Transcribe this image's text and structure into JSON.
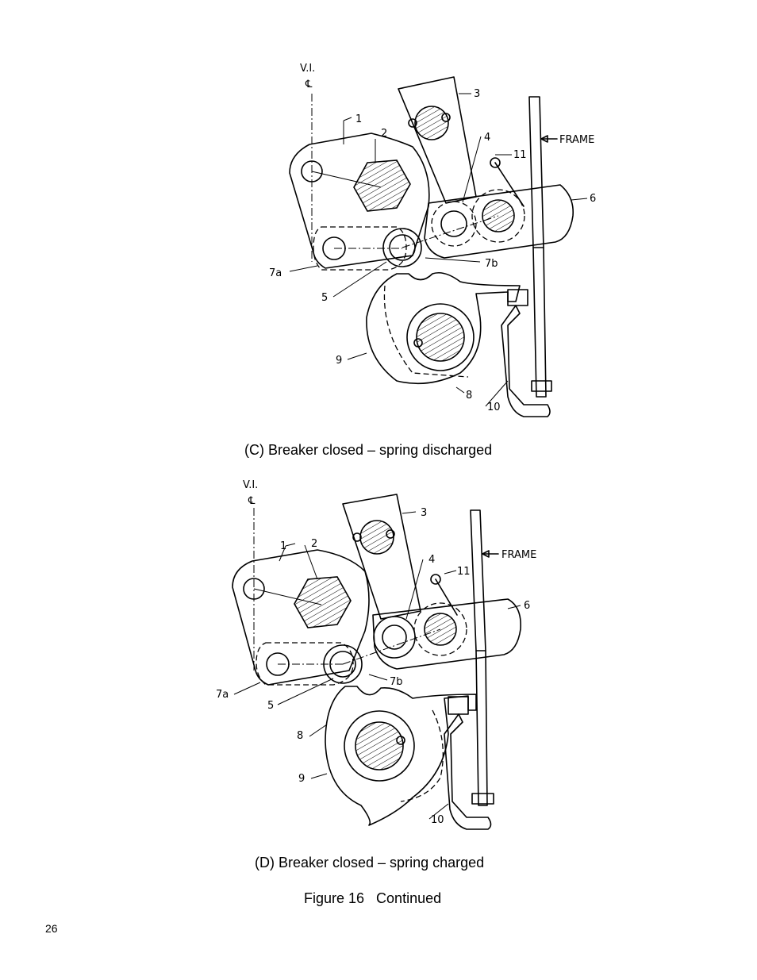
{
  "figure_c": {
    "caption": "(C) Breaker closed – spring discharged",
    "labels": {
      "vi": "V.I.",
      "cl": "℄",
      "l1": "1",
      "l2": "2",
      "l3": "3",
      "l4": "4",
      "l5": "5",
      "l6": "6",
      "l7a": "7a",
      "l7b": "7b",
      "l8": "8",
      "l9": "9",
      "l10": "10",
      "l11": "11",
      "frame": "FRAME"
    }
  },
  "figure_d": {
    "caption": "(D) Breaker closed – spring charged",
    "labels": {
      "vi": "V.I.",
      "cl": "℄",
      "l1": "1",
      "l2": "2",
      "l3": "3",
      "l4": "4",
      "l5": "5",
      "l6": "6",
      "l7a": "7a",
      "l7b": "7b",
      "l8": "8",
      "l9": "9",
      "l10": "10",
      "l11": "11",
      "frame": "FRAME"
    }
  },
  "figure_title": "Figure 16   Continued",
  "page_number": "26"
}
